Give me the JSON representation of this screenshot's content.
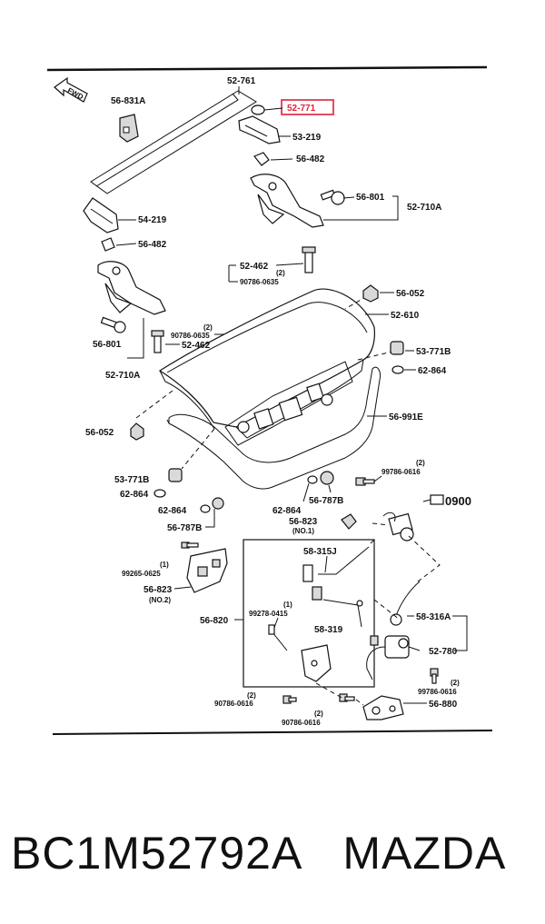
{
  "diagram": {
    "direction_label": "FWD",
    "highlight_color": "#e0203a",
    "labels": {
      "p52_761": "52-761",
      "p52_771": "52-771",
      "p56_831a": "56-831A",
      "p53_219": "53-219",
      "p56_482_top": "56-482",
      "p56_801_right": "56-801",
      "p52_710a_right": "52-710A",
      "p54_219": "54-219",
      "p56_482_left": "56-482",
      "p52_462_top": "52-462",
      "q2_a": "(2)",
      "p90786_0635_a": "90786-0635",
      "p56_052_right": "56-052",
      "p52_610": "52-610",
      "q2_b": "(2)",
      "p90786_0635_b": "90786-0635",
      "p52_462_left": "52-462",
      "p56_801_left": "56-801",
      "p53_771b_right": "53-771B",
      "p52_710a_left": "52-710A",
      "p62_864_right": "62-864",
      "p56_991e": "56-991E",
      "p56_052_left": "56-052",
      "q2_c": "(2)",
      "p99786_0616_a": "99786-0616",
      "p53_771b_left": "53-771B",
      "p62_864_a": "62-864",
      "p56_787b_right": "56-787B",
      "p0900": "0900",
      "p62_864_b": "62-864",
      "p62_864_c": "62-864",
      "p56_787b_left": "56-787B",
      "p56_823_no1": "56-823",
      "no1": "(NO.1)",
      "q1_a": "(1)",
      "p99265_0625": "99265-0625",
      "p58_315j": "58-315J",
      "p56_823_no2": "56-823",
      "no2": "(NO.2)",
      "q1_b": "(1)",
      "p99278_0415": "99278-0415",
      "p56_820": "56-820",
      "p58_319": "58-319",
      "p58_316a": "58-316A",
      "p52_780": "52-780",
      "q2_d": "(2)",
      "p99786_0616_b": "99786-0616",
      "q2_e": "(2)",
      "p90786_0616_a": "90786-0616",
      "p56_880": "56-880",
      "q2_f": "(2)",
      "p90786_0616_b": "90786-0616"
    }
  },
  "footer": {
    "part_number": "BC1M52792A",
    "brand": "MAZDA"
  }
}
